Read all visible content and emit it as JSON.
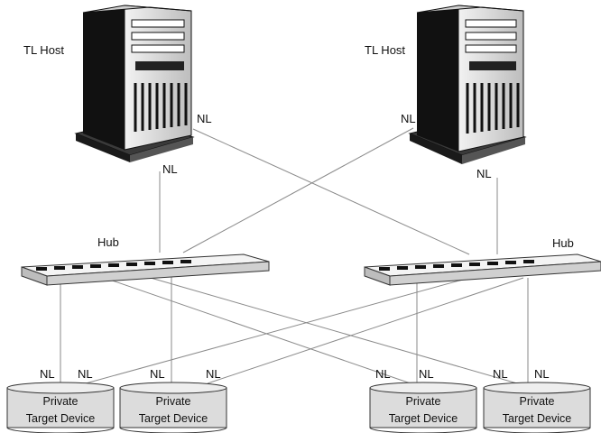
{
  "hosts": [
    {
      "label": "TL Host",
      "port_side": "NL",
      "port_bottom": "NL"
    },
    {
      "label": "TL Host",
      "port_side": "NL",
      "port_bottom": "NL"
    }
  ],
  "hubs": [
    {
      "label": "Hub"
    },
    {
      "label": "Hub"
    }
  ],
  "devices": [
    {
      "line1": "Private",
      "line2": "Target Device",
      "port_a": "NL",
      "port_b": "NL"
    },
    {
      "line1": "Private",
      "line2": "Target Device",
      "port_a": "NL",
      "port_b": "NL"
    },
    {
      "line1": "Private",
      "line2": "Target Device",
      "port_a": "NL",
      "port_b": "NL"
    },
    {
      "line1": "Private",
      "line2": "Target Device",
      "port_a": "NL",
      "port_b": "NL"
    }
  ],
  "colors": {
    "line": "#8a8a8a",
    "tower_dark": "#1a1a1a",
    "hub_fill": "#e6e6e6",
    "device_fill": "#dcdcdc"
  }
}
